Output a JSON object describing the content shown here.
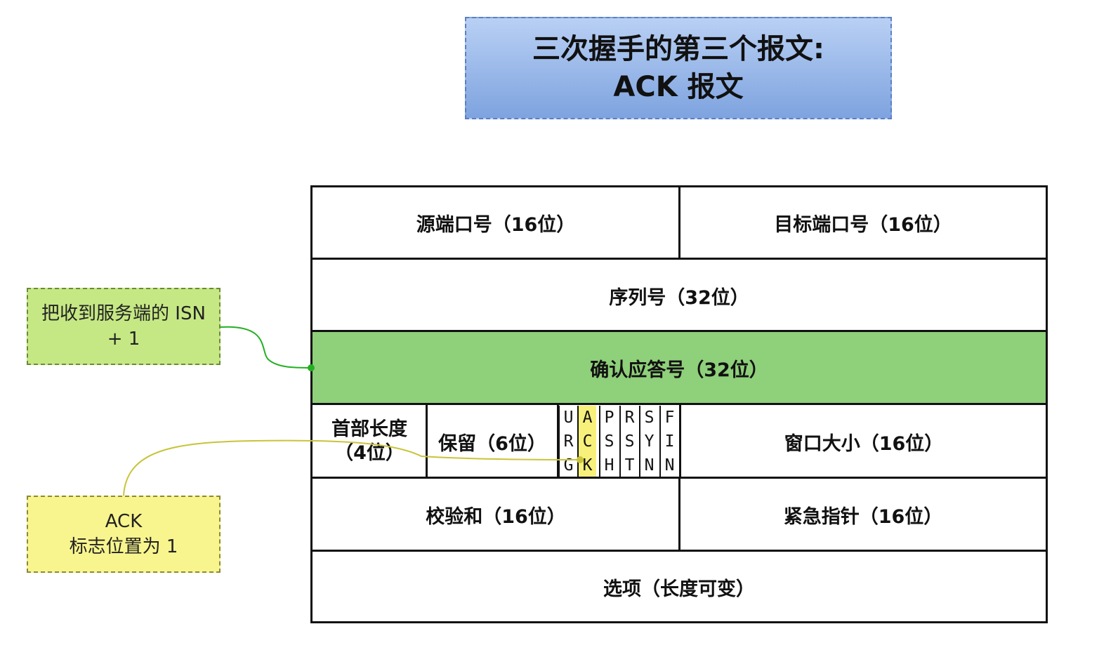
{
  "title": {
    "line1": "三次握手的第三个报文:",
    "line2": "ACK 报文"
  },
  "header": {
    "source_port": "源端口号（16位）",
    "dest_port": "目标端口号（16位）",
    "seq_num": "序列号（32位）",
    "ack_num": "确认应答号（32位）",
    "header_len_line1": "首部长度",
    "header_len_line2": "（4位）",
    "reserved": "保留（6位）",
    "flags": [
      {
        "chars": [
          "U",
          "R",
          "G"
        ]
      },
      {
        "chars": [
          "A",
          "C",
          "K"
        ]
      },
      {
        "chars": [
          "P",
          "S",
          "H"
        ]
      },
      {
        "chars": [
          "R",
          "S",
          "T"
        ]
      },
      {
        "chars": [
          "S",
          "Y",
          "N"
        ]
      },
      {
        "chars": [
          "F",
          "I",
          "N"
        ]
      }
    ],
    "window": "窗口大小（16位）",
    "checksum": "校验和（16位）",
    "urgent": "紧急指针（16位）",
    "options": "选项（长度可变）"
  },
  "notes": {
    "isn_line1": "把收到服务端的 ISN",
    "isn_line2": "+ 1",
    "ack_line1": "ACK",
    "ack_line2": "标志位置为 1"
  },
  "colors": {
    "title_bg": "#7ea3df",
    "ack_row": "#8fd07a",
    "ack_flag": "#f7f07a",
    "note_green": "#c6e884",
    "note_yellow": "#f8f58e",
    "connector_green": "#22b022",
    "connector_yellow": "#c8c43a"
  }
}
